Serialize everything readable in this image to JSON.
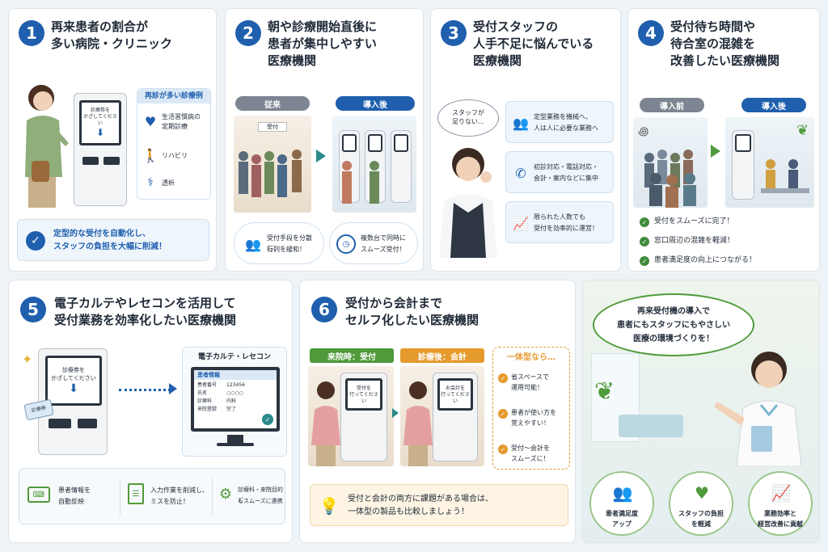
{
  "cards": {
    "c1": {
      "num": "1",
      "title_l1": "再来患者の割合が",
      "title_l2": "多い病院・クリニック",
      "kiosk_l1": "診療券を",
      "kiosk_l2": "かざしてください",
      "panel_head": "再診が多い診療例",
      "items": [
        "生活習慣病の",
        "定期診療",
        "リハビリ",
        "透析"
      ],
      "note_l1": "定型的な受付を自動化し、",
      "note_l2": "スタッフの負担を大幅に削減！"
    },
    "c2": {
      "num": "2",
      "title_l1": "朝や診療開始直後に",
      "title_l2": "患者が集中しやすい",
      "title_l3": "医療機関",
      "tag_before": "従来",
      "tag_after": "導入後",
      "sign": "受付",
      "f1_l1": "受付手段を分散し、",
      "f1_l2": "行列を緩和！",
      "f2_l1": "複数台で同時に",
      "f2_l2": "スムーズ受付！"
    },
    "c3": {
      "num": "3",
      "title_l1": "受付スタッフの",
      "title_l2": "人手不足に悩んでいる",
      "title_l3": "医療機関",
      "bubble_l1": "スタッフが",
      "bubble_l2": "足りない…",
      "b1_l1": "定型業務を機械へ、",
      "b1_l2": "人は人に必要な業務へ",
      "b2_l1": "初診対応・電話対応・",
      "b2_l2": "会計・案内などに集中",
      "b3_l1": "限られた人数でも",
      "b3_l2": "受付を効率的に運営！"
    },
    "c4": {
      "num": "4",
      "title_l1": "受付待ち時間や",
      "title_l2": "待合室の混雑を",
      "title_l3": "改善したい医療機関",
      "tag_before": "導入前",
      "tag_after": "導入後",
      "checks": [
        "受付をスムーズに完了！",
        "窓口周辺の混雑を軽減！",
        "患者満足度の向上につながる！"
      ]
    },
    "c5": {
      "num": "5",
      "title_l1": "電子カルテやレセコンを活用して",
      "title_l2": "受付業務を効率化したい医療機関",
      "kiosk_l1": "診療券を",
      "kiosk_l2": "かざしてください",
      "card_label": "診療券",
      "system_head": "電子カルテ・レセコン",
      "monitor_head": "患者情報",
      "rows": [
        {
          "k": "患者番号",
          "v": "123456"
        },
        {
          "k": "氏名",
          "v": "○○○○"
        },
        {
          "k": "診療科",
          "v": "内科"
        },
        {
          "k": "来院登録",
          "v": "完了"
        }
      ],
      "f1_l1": "患者情報を",
      "f1_l2": "自動反映",
      "f2_l1": "入力作業を削減し、",
      "f2_l2": "ミスを防止！",
      "f3_l1": "診療科・来院目的ご",
      "f3_l2": "もスムーズに連携"
    },
    "c6": {
      "num": "6",
      "title_l1": "受付から会計まで",
      "title_l2": "セルフ化したい医療機関",
      "tag_a": "来院時：受付",
      "tag_b": "診療後：会計",
      "screen_a_l1": "受付を",
      "screen_a_l2": "行ってください",
      "screen_b_l1": "お会計を",
      "screen_b_l2": "行ってください",
      "side_head": "一体型なら…",
      "side": [
        {
          "l1": "省スペースで",
          "l2": "運用可能！"
        },
        {
          "l1": "患者が使い方を",
          "l2": "覚えやすい！"
        },
        {
          "l1": "受付～会計を",
          "l2": "スムーズに！"
        }
      ],
      "note_l1": "受付と会計の両方に課題がある場合は、",
      "note_l2": "一体型の製品も比較しましょう！"
    },
    "c7": {
      "bubble_l1": "再来受付機の導入で",
      "bubble_l2": "患者にもスタッフにもやさしい",
      "bubble_l3": "医療の環境づくりを！",
      "f1_l1": "患者満足度",
      "f1_l2": "アップ",
      "f2_l1": "スタッフの負担",
      "f2_l2": "を軽減",
      "f3_l1": "業務効率と",
      "f3_l2": "経営改善に貢献"
    }
  },
  "colors": {
    "accent": "#1f5fae",
    "green": "#4f9a3a",
    "orange": "#e59a2e"
  }
}
